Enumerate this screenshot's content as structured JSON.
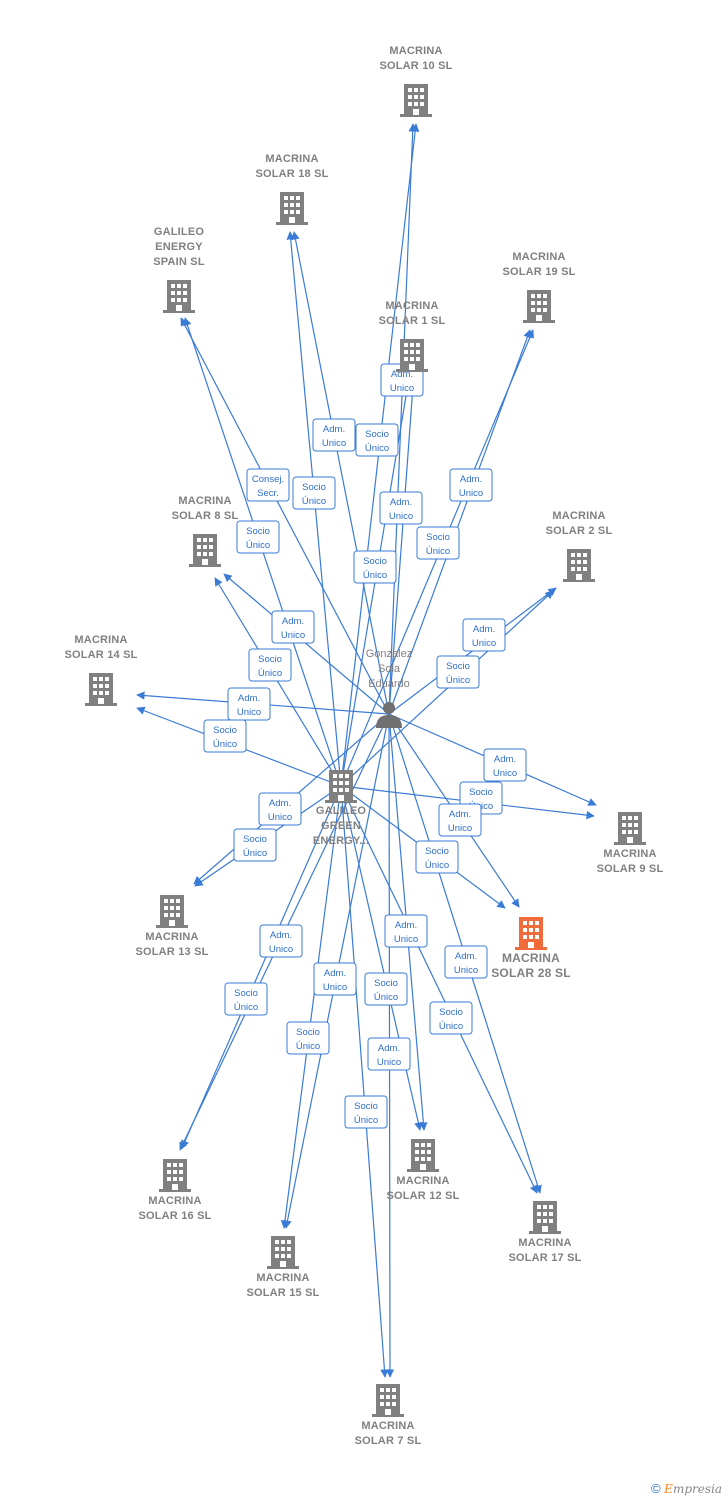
{
  "colors": {
    "edge": "#3a7bd5",
    "node": "#808080",
    "focus": "#f26b3a"
  },
  "person": {
    "name_lines": [
      "Gonzalez",
      "Sola",
      "Eduardo"
    ],
    "icon": "person-icon"
  },
  "nodes": [
    {
      "id": "n10",
      "lines": [
        "MACRINA",
        "SOLAR 10  SL"
      ]
    },
    {
      "id": "n18",
      "lines": [
        "MACRINA",
        "SOLAR 18  SL"
      ]
    },
    {
      "id": "gspain",
      "lines": [
        "GALILEO",
        "ENERGY",
        "SPAIN  SL"
      ]
    },
    {
      "id": "n19",
      "lines": [
        "MACRINA",
        "SOLAR 19  SL"
      ]
    },
    {
      "id": "n1",
      "lines": [
        "MACRINA",
        "SOLAR 1  SL"
      ]
    },
    {
      "id": "n8",
      "lines": [
        "MACRINA",
        "SOLAR 8  SL"
      ]
    },
    {
      "id": "n2",
      "lines": [
        "MACRINA",
        "SOLAR 2  SL"
      ]
    },
    {
      "id": "n14",
      "lines": [
        "MACRINA",
        "SOLAR 14  SL"
      ]
    },
    {
      "id": "ggreen",
      "lines": [
        "GALILEO",
        "GREEN",
        "ENERGY..."
      ]
    },
    {
      "id": "n9",
      "lines": [
        "MACRINA",
        "SOLAR 9  SL"
      ]
    },
    {
      "id": "n13",
      "lines": [
        "MACRINA",
        "SOLAR 13  SL"
      ]
    },
    {
      "id": "n28",
      "lines": [
        "MACRINA",
        "SOLAR 28  SL"
      ],
      "focus": true
    },
    {
      "id": "n16",
      "lines": [
        "MACRINA",
        "SOLAR 16  SL"
      ]
    },
    {
      "id": "n12",
      "lines": [
        "MACRINA",
        "SOLAR 12  SL"
      ]
    },
    {
      "id": "n17",
      "lines": [
        "MACRINA",
        "SOLAR 17  SL"
      ]
    },
    {
      "id": "n15",
      "lines": [
        "MACRINA",
        "SOLAR 15  SL"
      ]
    },
    {
      "id": "n7",
      "lines": [
        "MACRINA",
        "SOLAR 7  SL"
      ]
    }
  ],
  "edge_labels": {
    "adm_unico": [
      "Adm.",
      "Unico"
    ],
    "socio_unico": [
      "Socio",
      "Único"
    ],
    "consej_secr": [
      "Consej.",
      "Secr."
    ]
  },
  "copyright": {
    "symbol": "©",
    "brand_first": "E",
    "brand_rest": "mpresia"
  }
}
